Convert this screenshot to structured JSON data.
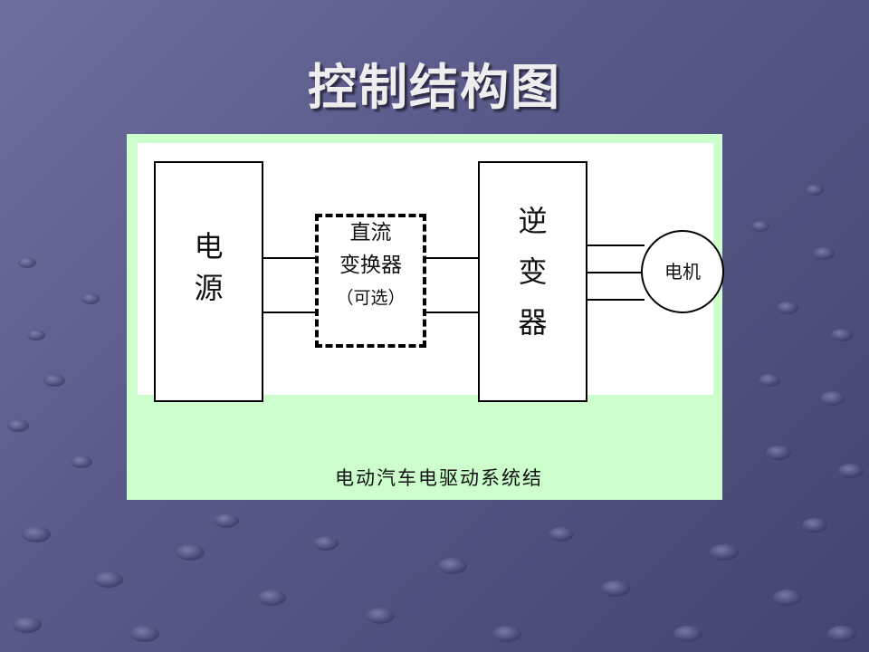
{
  "slide": {
    "title": "控制结构图"
  },
  "diagram": {
    "power_source": {
      "line1": "电",
      "line2": "源"
    },
    "dc_converter": {
      "line1": "直流",
      "line2": "变换器",
      "line3": "（可选）"
    },
    "inverter": {
      "line1": "逆",
      "line2": "变",
      "line3": "器"
    },
    "motor": {
      "label": "电机"
    },
    "caption": "电动汽车电驱动系统结"
  },
  "colors": {
    "background": "#5a5a8a",
    "figure_background": "#ccffcc",
    "title": "#eeeeee"
  }
}
